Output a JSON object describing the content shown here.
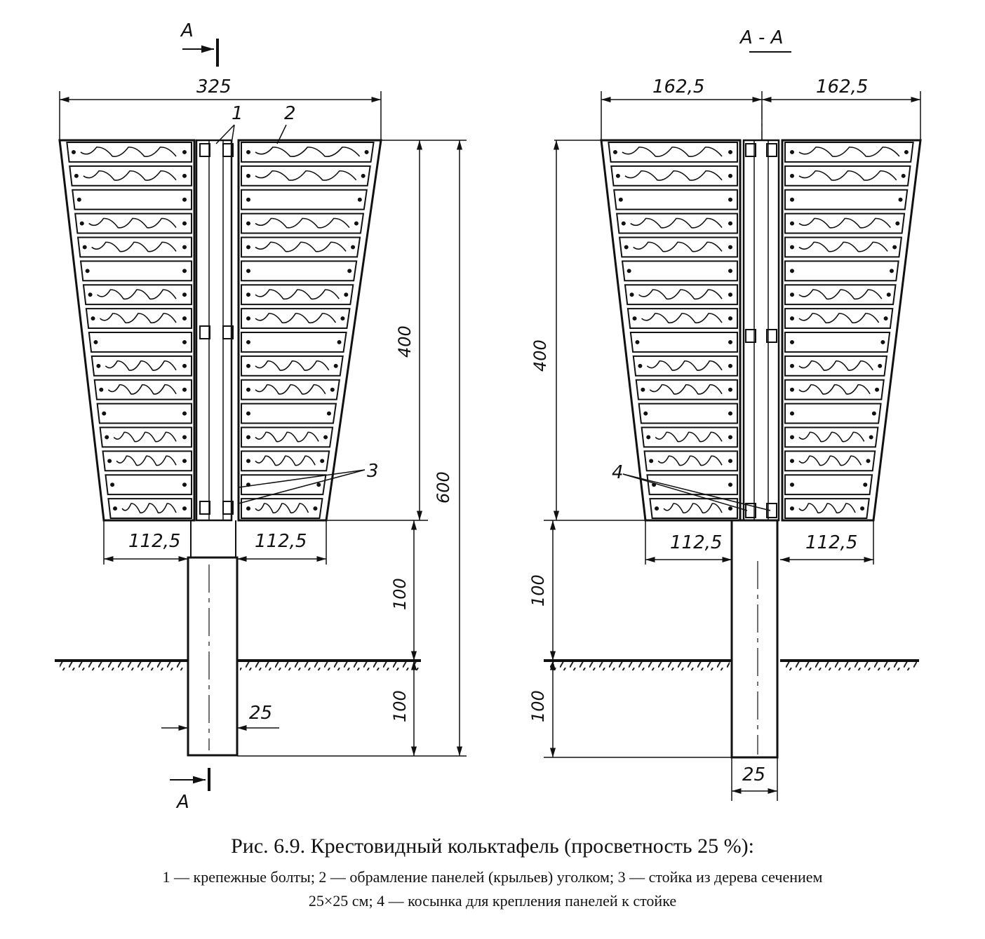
{
  "figure": {
    "caption_title": "Рис. 6.9. Крестовидный колькта­фель (просветность 25 %):",
    "caption_line1": "1 — крепежные болты; 2 — обрамление панелей (крыльев) уголком; 3 — стойка из дерева сечением",
    "caption_line2": "25×25 см; 4 — косынка для крепления панелей к стойке"
  },
  "front_view": {
    "section_mark_top": "A",
    "section_mark_bottom": "A",
    "dim_total_width": "325",
    "dim_left_panel": "112,5",
    "dim_right_panel": "112,5",
    "dim_panel_height": "400",
    "dim_total_height": "600",
    "dim_post_above": "100",
    "dim_post_below": "100",
    "dim_post_width": "25",
    "callout_1": "1",
    "callout_2": "2",
    "callout_3": "3"
  },
  "section_view": {
    "title": "А - А",
    "dim_left_half": "162,5",
    "dim_right_half": "162,5",
    "dim_left_panel": "112,5",
    "dim_right_panel": "112,5",
    "dim_panel_height": "400",
    "dim_post_above": "100",
    "dim_post_below": "100",
    "dim_post_width": "25",
    "callout_4": "4"
  }
}
